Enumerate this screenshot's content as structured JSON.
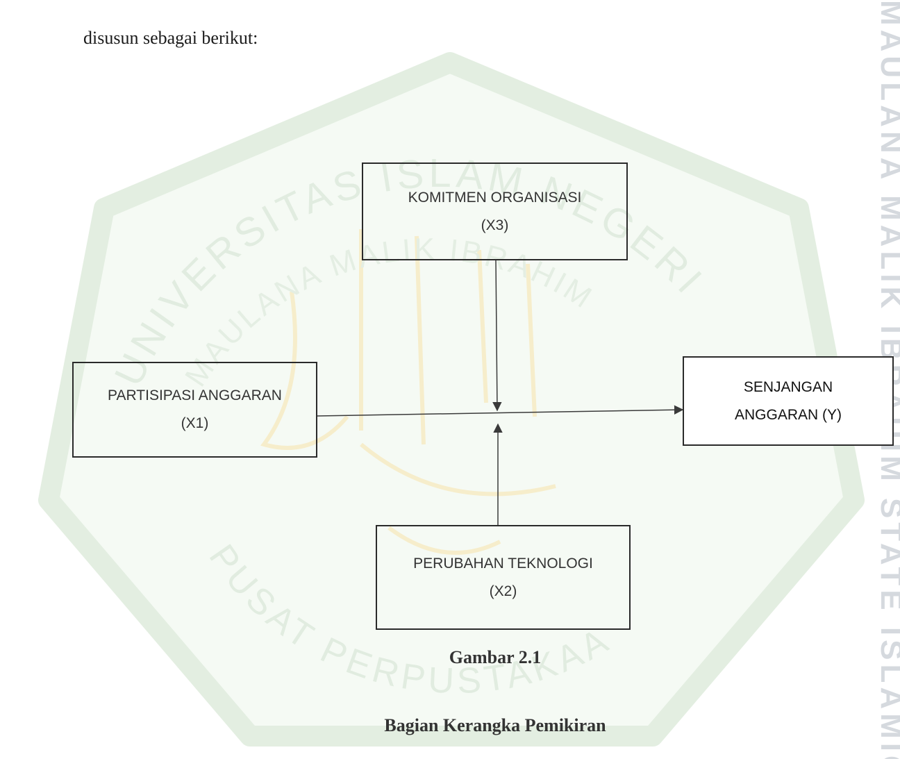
{
  "document": {
    "intro_text": "disusun sebagai berikut:",
    "watermark_side_text": "MAULANA MALIK IBRAHIM STATE ISLAMIC UNIVE",
    "watermark_arc_text_top": "UNIVERSITAS ISLAM NEGERI",
    "watermark_arc_text_inner": "MAULANA MALIK IBRAHIM",
    "watermark_arc_text_bottom": "PUSAT PERPUSTAKAAN"
  },
  "diagram": {
    "boxes": {
      "x3": {
        "line1": "KOMITMEN ORGANISASI",
        "line2": "(X3)"
      },
      "x1": {
        "line1": "PARTISIPASI ANGGARAN",
        "line2": "(X1)"
      },
      "y": {
        "line1": "SENJANGAN",
        "line2": "ANGGARAN (Y)"
      },
      "x2": {
        "line1": "PERUBAHAN TEKNOLOGI",
        "line2": "(X2)"
      }
    },
    "caption_number": "Gambar 2.1",
    "caption_title": "Bagian Kerangka Pemikiran",
    "colors": {
      "watermark_green": "#dfeee0",
      "watermark_gold": "#f7eecc",
      "line": "#3a3a3a"
    }
  }
}
